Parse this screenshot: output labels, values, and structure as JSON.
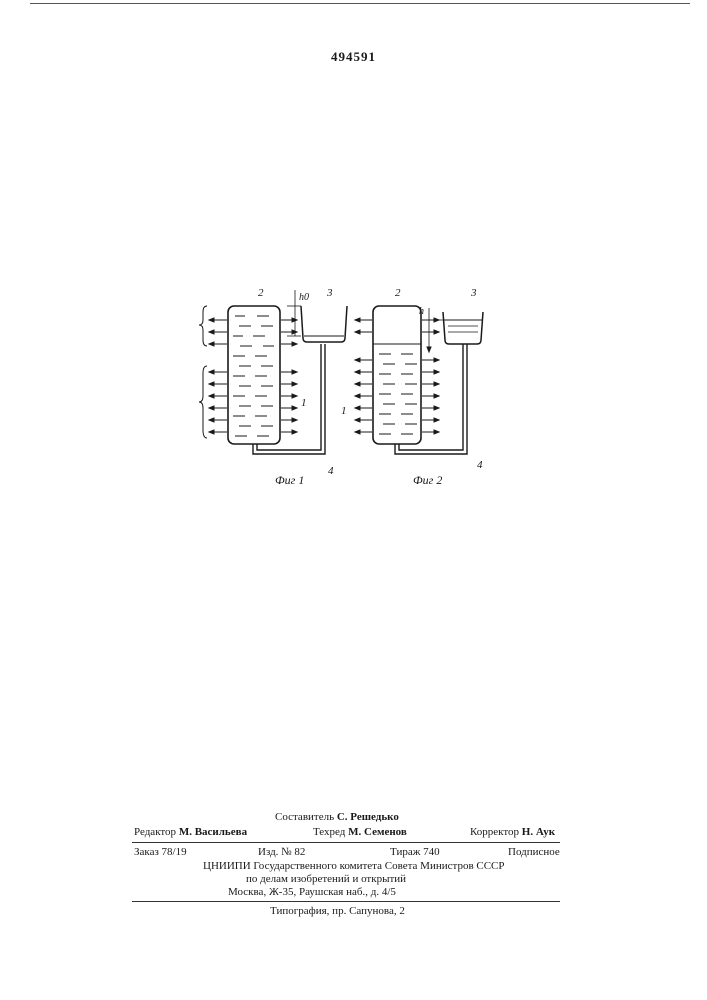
{
  "patent_number": "494591",
  "figures": {
    "fig1_caption": "Фиг 1",
    "fig2_caption": "Фиг 2",
    "labels": {
      "f1_container": "2",
      "f1_vessel": "3",
      "f1_elements": "1",
      "f1_tube": "4",
      "f1_height": "h0",
      "f2_container": "2",
      "f2_vessel": "3",
      "f2_elements": "1",
      "f2_tube": "4",
      "f2_height": "h"
    }
  },
  "imprint": {
    "compiler_label": "Составитель",
    "compiler_name": "С. Решедько",
    "editor_label": "Редактор",
    "editor_name": "М. Васильева",
    "techred_label": "Техред",
    "techred_name": "М. Семенов",
    "corrector_label": "Корректор",
    "corrector_name": "Н. Аук",
    "order": "Заказ 78/19",
    "edition": "Изд. № 82",
    "circulation": "Тираж 740",
    "subscription": "Подписное",
    "org_line1": "ЦНИИПИ Государственного комитета Совета Министров СССР",
    "org_line2": "по делам изобретений и открытий",
    "org_line3": "Москва, Ж-35, Раушская наб., д. 4/5",
    "printer": "Типография, пр. Сапунова, 2"
  }
}
